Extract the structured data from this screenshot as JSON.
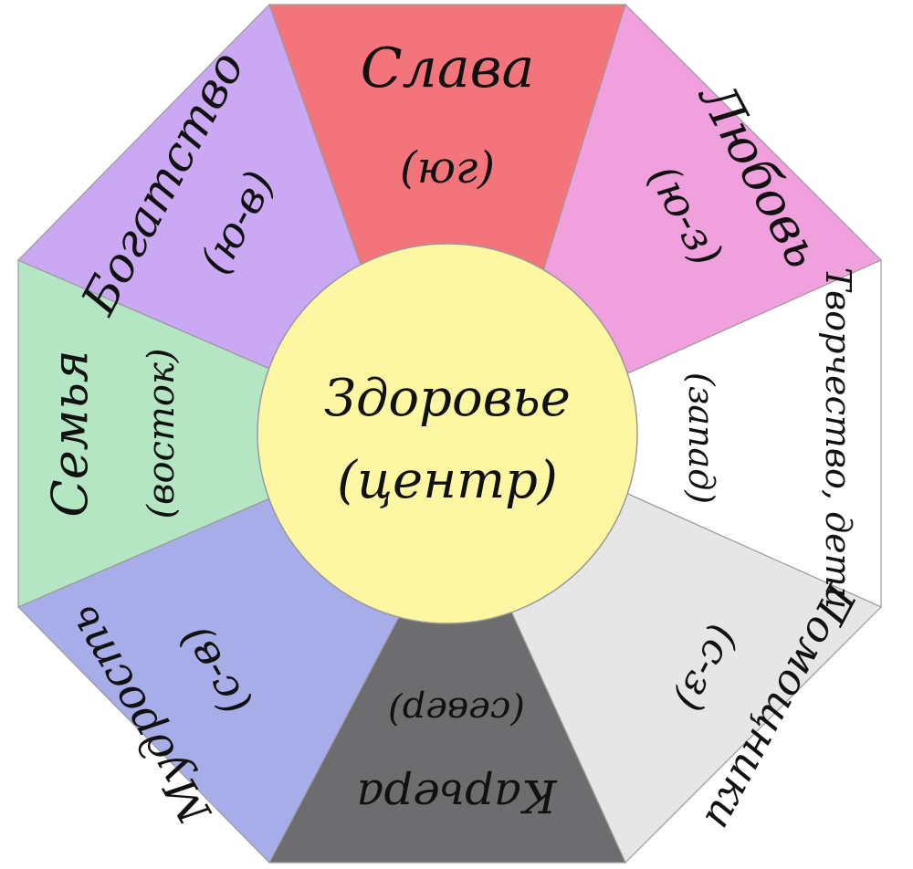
{
  "center": {
    "line1": "Здоровье",
    "line2": "(центр)",
    "color": "#fdf6a3"
  },
  "sectors": [
    {
      "key": "south",
      "name": "Слава",
      "direction": "(юг)",
      "color": "#f4747c"
    },
    {
      "key": "southwest",
      "name": "Любовь",
      "direction": "(ю-з)",
      "color": "#f0a0dc"
    },
    {
      "key": "west",
      "name": "Творчество, дети",
      "direction": "(запад)",
      "color": "#ffffff"
    },
    {
      "key": "northwest",
      "name": "Помощники",
      "direction": "(с-з)",
      "color": "#e6e6e6"
    },
    {
      "key": "north",
      "name": "Карьера",
      "direction": "(север)",
      "color": "#6d6d6f"
    },
    {
      "key": "northeast",
      "name": "Мудрость",
      "direction": "(с-в)",
      "color": "#a6ade8"
    },
    {
      "key": "east",
      "name": "Семья",
      "direction": "(восток)",
      "color": "#b4e6c4"
    },
    {
      "key": "southeast",
      "name": "Богатство",
      "direction": "(ю-в)",
      "color": "#caa8f4"
    }
  ]
}
